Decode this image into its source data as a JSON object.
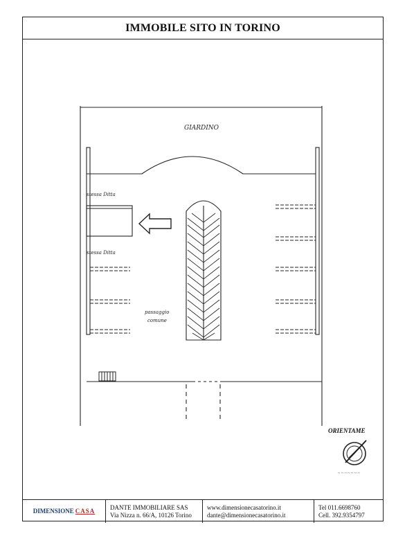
{
  "title": "IMMOBILE SITO IN TORINO",
  "plan": {
    "giardino": "GIARDINO",
    "stessa_ditta_1": "stessa Ditta",
    "stessa_ditta_2": "stessa Ditta",
    "passaggio_1": "passaggio",
    "passaggio_2": "comune",
    "orientamento": "ORIENTAME"
  },
  "footer": {
    "logo_prefix": "DIMENSIONE",
    "logo_suffix": "CASA",
    "company": "DANTE IMMOBILIARE SAS",
    "address": "Via Nizza n. 66/A, 10126 Torino",
    "website": "www.dimensionecasatorino.it",
    "email": "dante@dimensionecasatorino.it",
    "tel": "Tel 011.6698760",
    "cell": "Cell. 392.9354797"
  }
}
